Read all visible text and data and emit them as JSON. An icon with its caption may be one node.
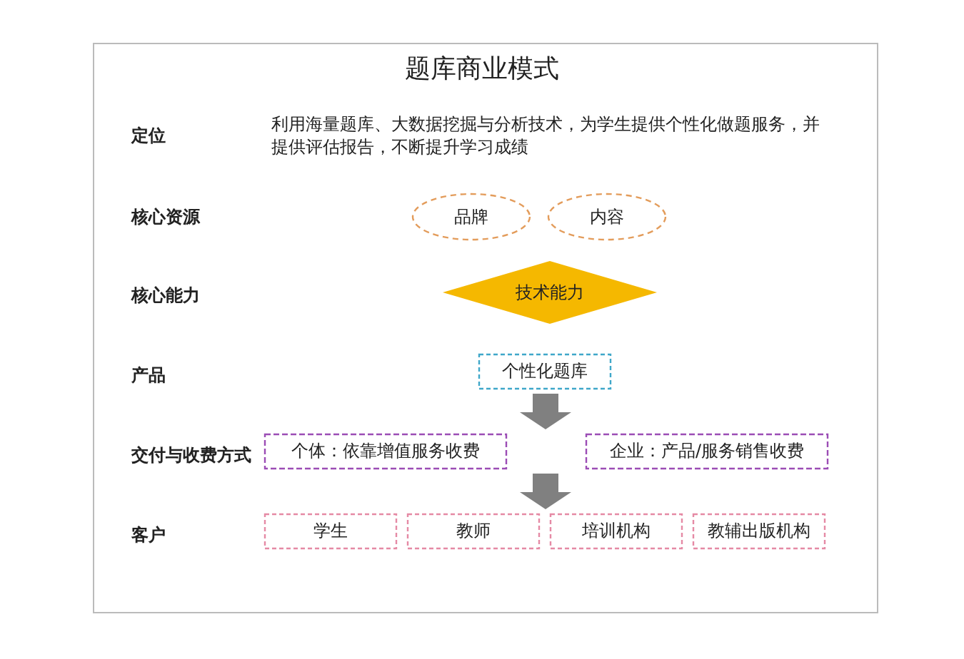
{
  "diagram": {
    "title": "题库商业模式",
    "nodes": [
      {
        "text": [
          "品牌"
        ]
      },
      {
        "text": [
          "内容"
        ]
      },
      {
        "text": [
          "技术能力"
        ]
      },
      {
        "text": [
          "个性化题库"
        ]
      },
      {
        "text": [
          "个体：依靠增值服务收费"
        ]
      },
      {
        "text": [
          "企业：产品/服务销售收费"
        ]
      },
      {
        "text": [
          "学生"
        ]
      },
      {
        "text": [
          "教师"
        ]
      },
      {
        "text": [
          "培训机构"
        ]
      },
      {
        "text": [
          "教辅出版机构"
        ]
      }
    ],
    "edges": [
      {
        "from": 3,
        "to": 4,
        "arrow": "to"
      },
      {
        "from": 3,
        "to": 5,
        "arrow": "to"
      },
      {
        "from": 4,
        "to": 7,
        "arrow": "to"
      },
      {
        "from": 4,
        "to": 8,
        "arrow": "to"
      },
      {
        "from": 5,
        "to": 7,
        "arrow": "to"
      },
      {
        "from": 5,
        "to": 8,
        "arrow": "to"
      }
    ],
    "labels": [
      "定位",
      "利用海量题库、大数据挖掘与分析技术，为学生提供个性化做题服务，并提供评估报告，不断提升学习成绩",
      "核心资源",
      "核心能力",
      "产品",
      "交付与收费方式",
      "客户"
    ]
  }
}
